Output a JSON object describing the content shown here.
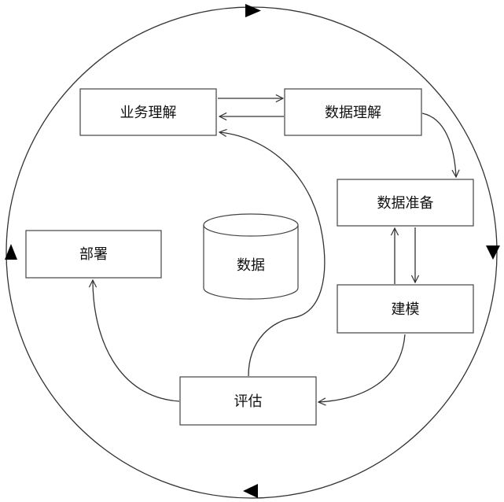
{
  "diagram": {
    "nodes": {
      "business_understanding": "业务理解",
      "data_understanding": "数据理解",
      "data_preparation": "数据准备",
      "modeling": "建模",
      "evaluation": "评估",
      "deployment": "部署",
      "data": "数据"
    }
  }
}
